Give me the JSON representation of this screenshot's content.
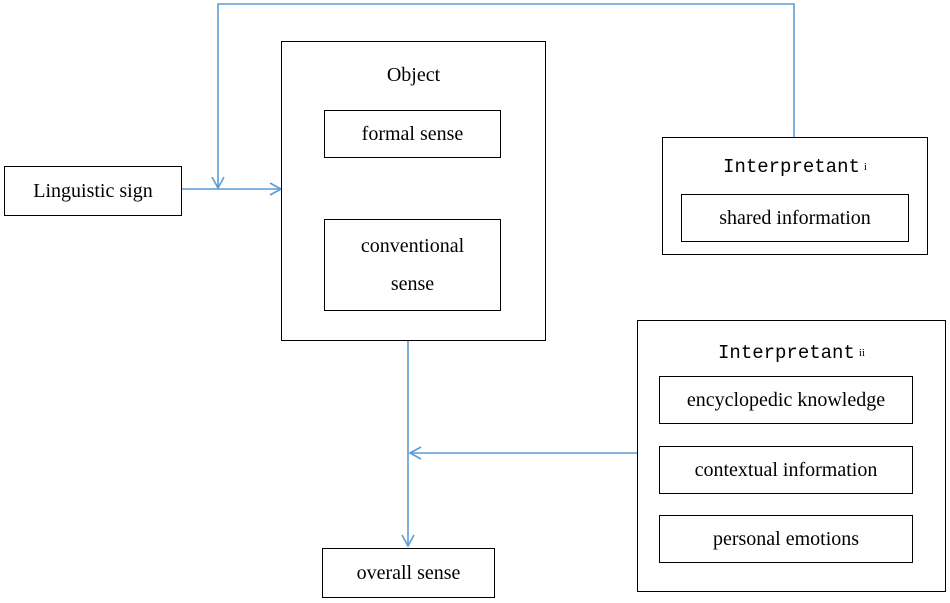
{
  "nodes": {
    "linguistic_sign": "Linguistic sign",
    "object": "Object",
    "formal_sense": "formal sense",
    "conventional_sense_line1": "conventional",
    "conventional_sense_line2": "sense",
    "overall_sense": "overall sense",
    "interpretant_1": {
      "title": "Interpretant",
      "marker": "i",
      "items": [
        "shared information"
      ]
    },
    "interpretant_2": {
      "title": "Interpretant",
      "marker": "ii",
      "items": [
        "encyclopedic knowledge",
        "contextual information",
        "personal emotions"
      ]
    }
  },
  "colors": {
    "arrow": "#5B9BD5",
    "border": "#000000"
  }
}
